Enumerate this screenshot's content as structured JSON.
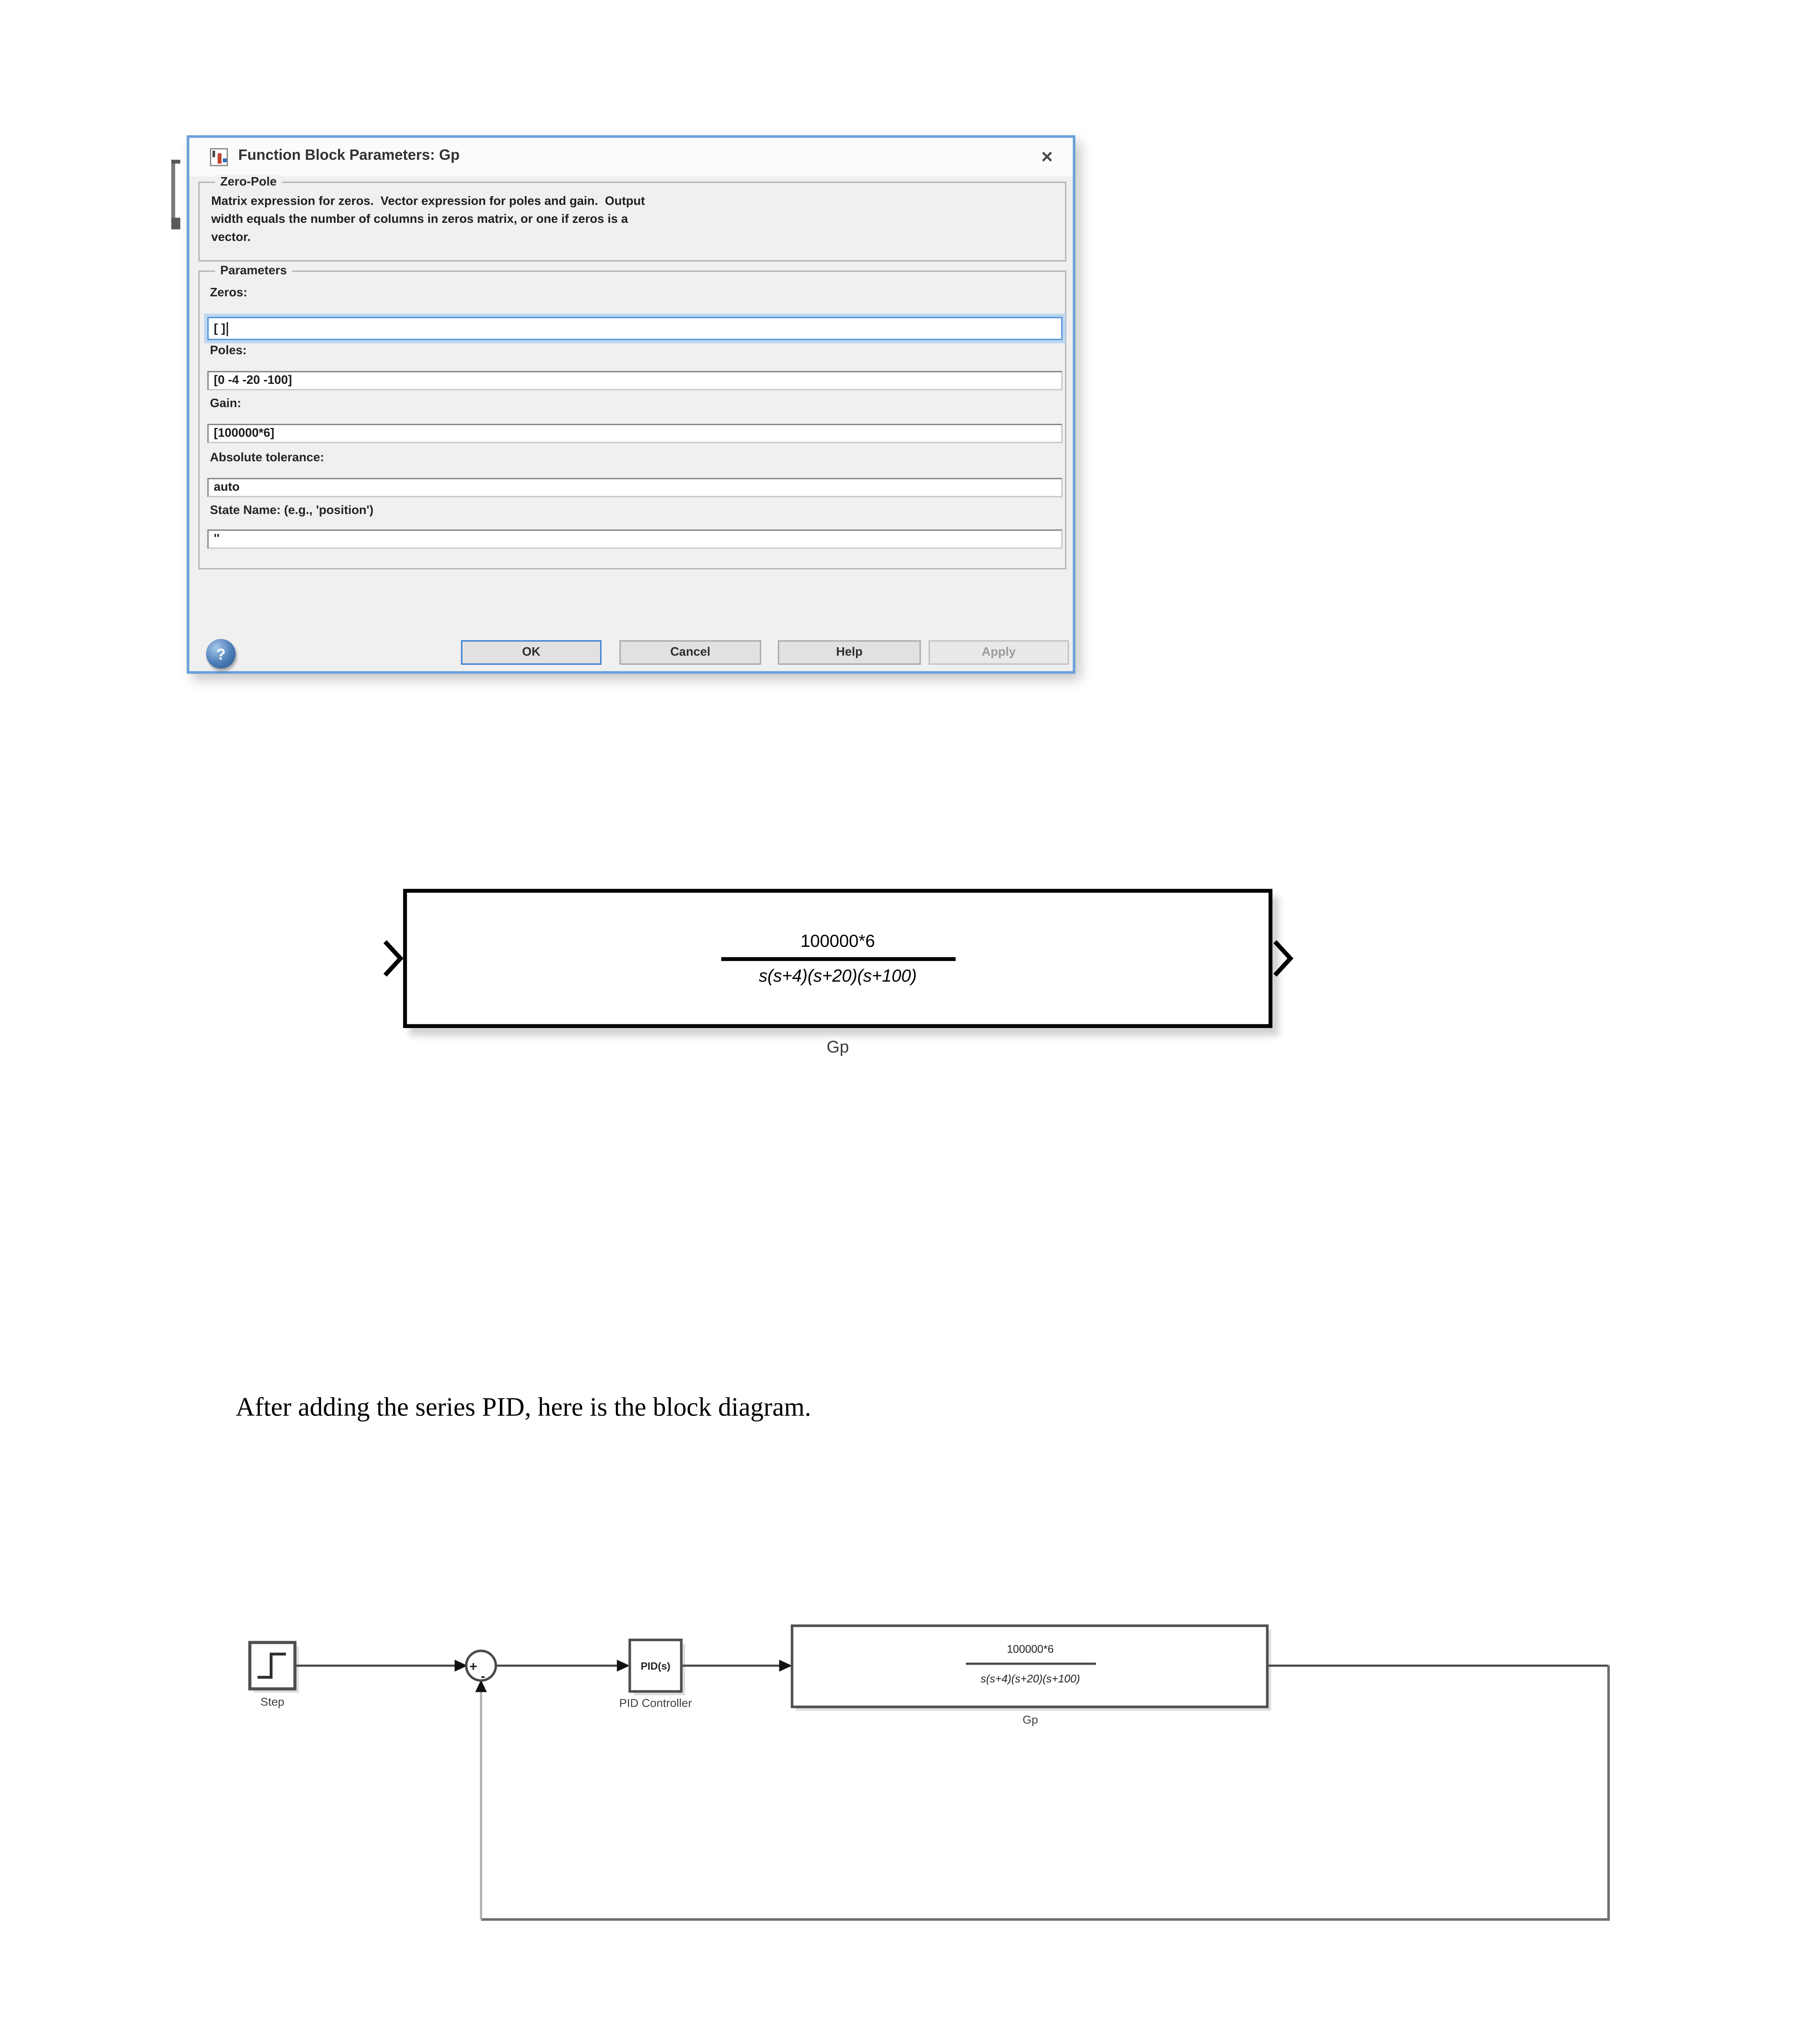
{
  "dialog": {
    "title": "Function Block Parameters: Gp",
    "icons": {
      "close": "✕",
      "help": "?",
      "title_icon": "block-parameters-icon"
    },
    "section": {
      "heading": "Zero-Pole",
      "description_lines": [
        "Matrix expression for zeros.  Vector expression for poles and gain.  Output",
        "width equals the number of columns in zeros matrix, or one if zeros is a",
        "vector."
      ]
    },
    "parameters": {
      "heading": "Parameters",
      "fields": [
        {
          "label": "Zeros:",
          "value": "[ ]",
          "focused": true
        },
        {
          "label": "Poles:",
          "value": "[0 -4 -20 -100]",
          "focused": false
        },
        {
          "label": "Gain:",
          "value": "[100000*6]",
          "focused": false
        },
        {
          "label": "Absolute tolerance:",
          "value": "auto",
          "focused": false
        },
        {
          "label": "State Name: (e.g., 'position')",
          "value": "''",
          "focused": false
        }
      ]
    },
    "buttons": {
      "ok": "OK",
      "cancel": "Cancel",
      "help": "Help",
      "apply": "Apply"
    }
  },
  "mid_block": {
    "numerator": "100000*6",
    "denominator": "s(s+4)(s+20)(s+100)",
    "label": "Gp"
  },
  "caption": "After adding the series PID, here is the block diagram.",
  "diagram": {
    "step_label": "Step",
    "sum_plus": "+",
    "sum_minus": "-",
    "pid_text": "PID(s)",
    "pid_label": "PID Controller",
    "gp": {
      "numerator": "100000*6",
      "denominator": "s(s+4)(s+20)(s+100)",
      "label": "Gp"
    }
  },
  "colors": {
    "dialog_border": "#68a0d8",
    "focus_blue": "#4a90d9",
    "ok_border": "#2f7ad1",
    "line_gray": "#4d4d4d",
    "feedback_gray": "#6e6e6e",
    "light_feedback": "#b0b0b0"
  }
}
